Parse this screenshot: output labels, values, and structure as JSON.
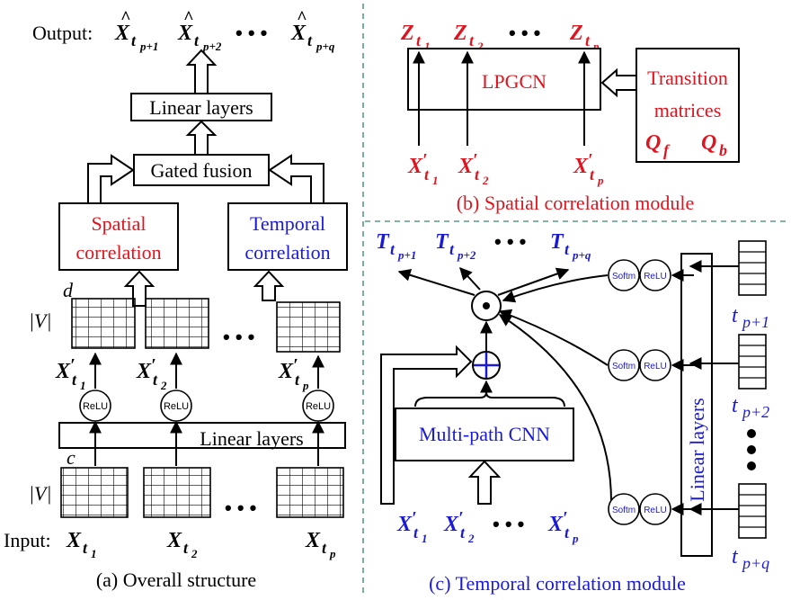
{
  "overall": {
    "output_label": "Output:",
    "out_hat": "^",
    "out_base": "X",
    "out_subs": [
      "t",
      "t",
      "t"
    ],
    "out_subsubs": [
      "p+1",
      "p+2",
      "p+q"
    ],
    "linear_top": "Linear layers",
    "gated_fusion": "Gated fusion",
    "spatial_1": "Spatial",
    "spatial_2": "correlation",
    "temporal_1": "Temporal",
    "temporal_2": "correlation",
    "d": "d",
    "V": "|V|",
    "c": "c",
    "relu": "ReLU",
    "linear_mid": "Linear layers",
    "xp_base": "X",
    "xp_prime": "′",
    "xp_sub": "t",
    "xp_subsubs": [
      "1",
      "2",
      "p"
    ],
    "input_label": "Input:",
    "in_base": "X",
    "in_sub": "t",
    "in_subsubs": [
      "1",
      "2",
      "p"
    ],
    "dots": "• • •",
    "caption": "(a) Overall structure"
  },
  "spatial": {
    "z_base": "Z",
    "z_sub": "t",
    "z_subsubs": [
      "1",
      "2",
      "p"
    ],
    "lpgcn": "LPGCN",
    "trans_1": "Transition",
    "trans_2": "matrices",
    "qf": "Q",
    "qf_sub": "f",
    "qb": "Q",
    "qb_sub": "b",
    "x_base": "X",
    "x_prime": "′",
    "x_sub": "t",
    "x_subsubs": [
      "1",
      "2",
      "p"
    ],
    "dots": "• • •",
    "caption": "(b) Spatial correlation module"
  },
  "temporal": {
    "t_base": "T",
    "t_sub": "t",
    "t_subsubs": [
      "p+1",
      "p+2",
      "p+q"
    ],
    "dot_op": "⊙",
    "plus_op": "+",
    "cnn": "Multi-path CNN",
    "softm": "Softm",
    "relu": "ReLU",
    "linear": "Linear layers",
    "tp_labels": [
      "p+1",
      "p+2",
      "p+q"
    ],
    "tp_base": "t",
    "x_base": "X",
    "x_prime": "′",
    "x_sub": "t",
    "x_subsubs": [
      "1",
      "2",
      "p"
    ],
    "dots": "• • •",
    "caption": "(c) Temporal correlation module"
  },
  "colors": {
    "red": "#e0141e",
    "blue": "#1a1ad6",
    "divider": "#5a9a8a"
  }
}
